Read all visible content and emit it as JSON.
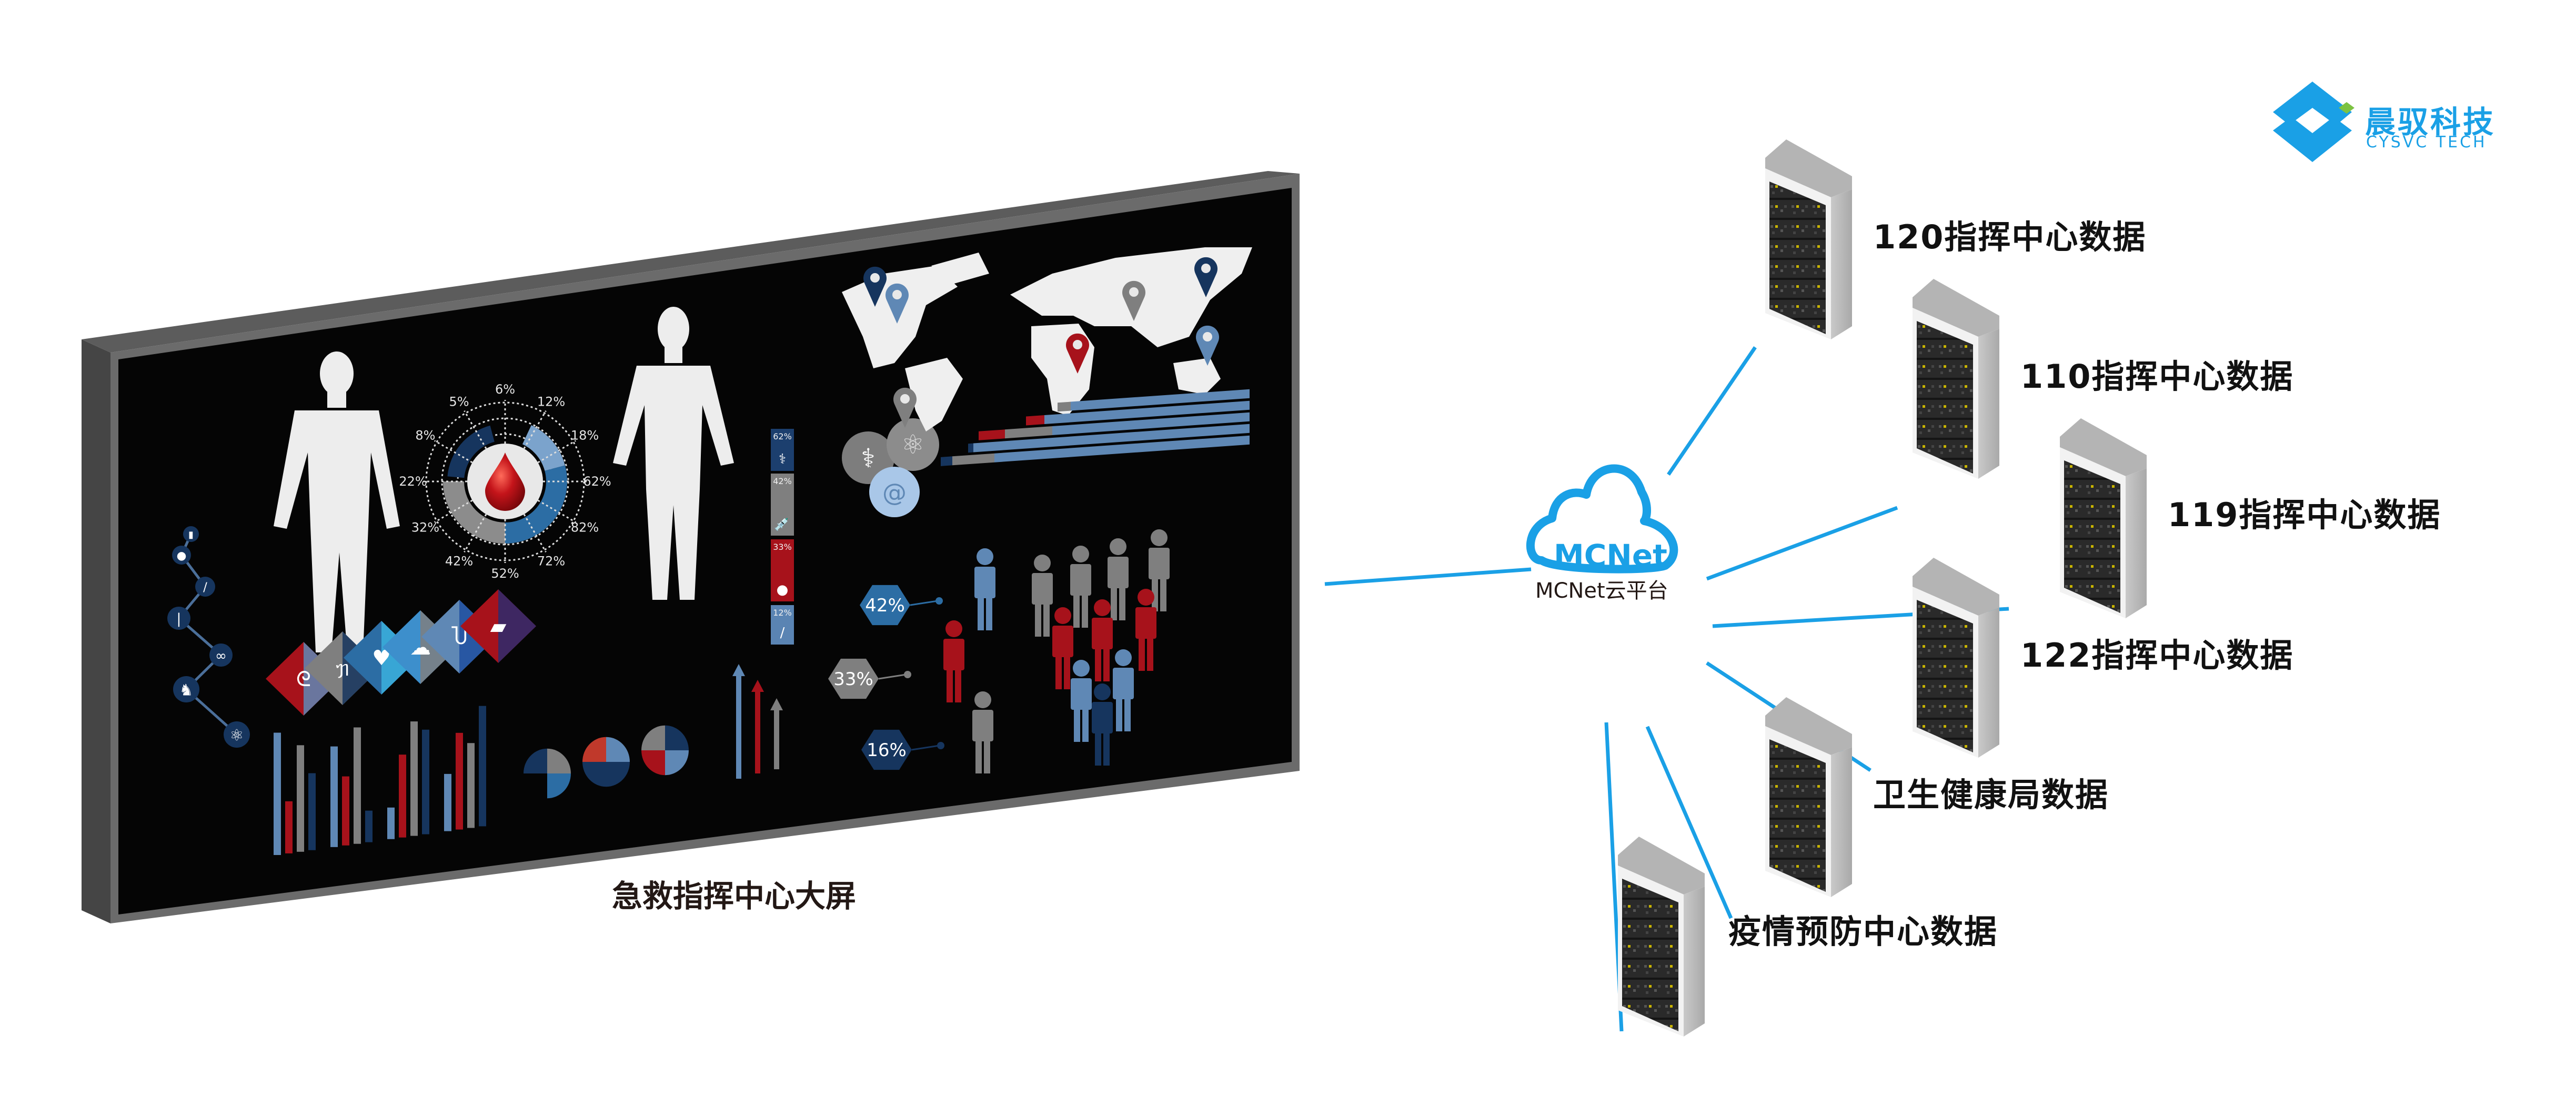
{
  "logo": {
    "name_cn": "晨驭科技",
    "name_en": "CYSVC TECH",
    "color": "#1aa0e6",
    "accent": "#7cc242"
  },
  "screen": {
    "caption": "急救指挥中心大屏",
    "radial_chart": {
      "labels": [
        "6%",
        "12%",
        "18%",
        "62%",
        "82%",
        "72%",
        "52%",
        "42%",
        "32%",
        "22%",
        "8%",
        "5%"
      ],
      "center_icon": "blood-drop-icon"
    },
    "stat_stack": [
      {
        "value": "62%",
        "icon": "caduceus-icon",
        "color": "#1c3f6e"
      },
      {
        "value": "42%",
        "icon": "syringe-icon",
        "color": "#7f7f7f"
      },
      {
        "value": "33%",
        "icon": "pills-icon",
        "color": "#a7121b"
      },
      {
        "value": "12%",
        "icon": "thermometer-icon",
        "color": "#5a84b3"
      }
    ],
    "hex_stats": [
      {
        "value": "42%",
        "color": "#2c6da4"
      },
      {
        "value": "33%",
        "color": "#7f7f7f"
      },
      {
        "value": "16%",
        "color": "#16355e"
      }
    ],
    "organ_icons": [
      "stomach-icon",
      "lungs-icon",
      "heart-icon",
      "brain-icon",
      "kidney-icon",
      "liver-icon"
    ],
    "chain_icons": [
      "bottle-icon",
      "pills-icon",
      "scalpel-icon",
      "test-tube-icon",
      "glasses-icon",
      "tooth-icon",
      "atom-icon"
    ]
  },
  "cloud": {
    "title": "MCNet",
    "subtitle": "MCNet云平台",
    "color": "#1aa0e6"
  },
  "servers": [
    {
      "label": "120指挥中心数据"
    },
    {
      "label": "110指挥中心数据"
    },
    {
      "label": "119指挥中心数据"
    },
    {
      "label": "122指挥中心数据"
    },
    {
      "label": "卫生健康局数据"
    },
    {
      "label": "疫情预防中心数据"
    }
  ],
  "colors": {
    "line": "#1aa0e6",
    "frame": "#5a5a5a",
    "screen_bg": "#050505",
    "red": "#a7121b",
    "blue_dark": "#16355e",
    "blue_mid": "#2c6da4",
    "blue_light": "#5f88b5",
    "gray": "#7f7f7f"
  }
}
